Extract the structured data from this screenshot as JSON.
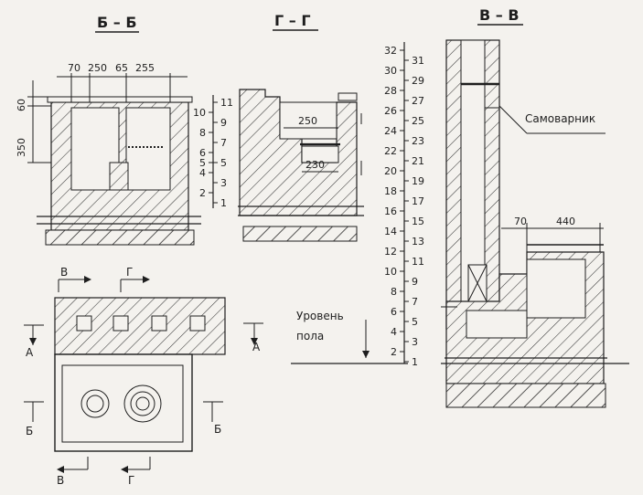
{
  "sections": {
    "bb": "Б – Б",
    "gg": "Г – Г",
    "vv": "В – В"
  },
  "dims": {
    "d70": "70",
    "d250": "250",
    "d65": "65",
    "d255": "255",
    "d60": "60",
    "d350": "350",
    "g250": "250",
    "g230": "230",
    "v70": "70",
    "v440": "440"
  },
  "labels": {
    "samovarnik": "Самоварник",
    "floor1": "Уровень",
    "floor2": "пола"
  },
  "markers": {
    "a": "А",
    "b": "Б",
    "v": "В",
    "g": "Г"
  },
  "scales": {
    "small_left": [
      "2",
      "4",
      "5",
      "6",
      "8",
      "10"
    ],
    "small_right": [
      "1",
      "3",
      "5",
      "7",
      "9",
      "11"
    ],
    "tall_left": [
      "2",
      "4",
      "6",
      "8",
      "10",
      "12",
      "14",
      "16",
      "18",
      "20",
      "22",
      "24",
      "26",
      "28",
      "30",
      "32"
    ],
    "tall_right": [
      "1",
      "3",
      "5",
      "7",
      "9",
      "11",
      "13",
      "15",
      "17",
      "19",
      "21",
      "23",
      "25",
      "27",
      "29",
      "31"
    ],
    "v_left": [
      "2",
      "4",
      "6"
    ],
    "v_right": [
      "1",
      "3",
      "5"
    ],
    "gg_right": [
      "1",
      "3"
    ]
  }
}
